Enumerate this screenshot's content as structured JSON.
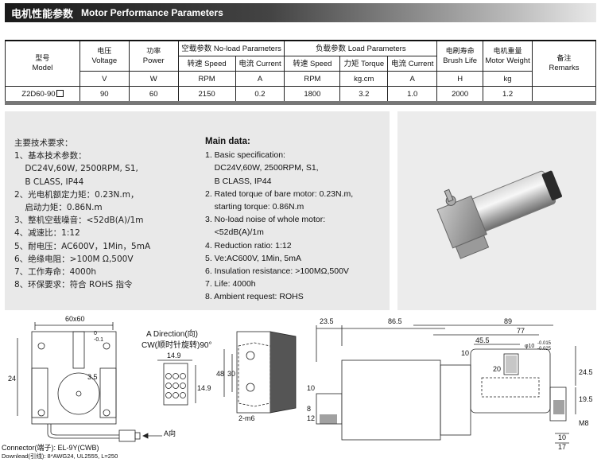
{
  "banner": {
    "title_cn": "电机性能参数",
    "title_en": "Motor Performance Parameters"
  },
  "table": {
    "model_cn": "型号",
    "model_en": "Model",
    "voltage_cn": "电压",
    "voltage_en": "Voltage",
    "power_cn": "功率",
    "power_en": "Power",
    "noload_cn": "空载参数",
    "noload_en": "No-load Parameters",
    "load_cn": "负载参数",
    "load_en": "Load Parameters",
    "brush_cn": "电刷寿命",
    "brush_en": "Brush Life",
    "weight_cn": "电机重量",
    "weight_en": "Motor Weight",
    "remarks_cn": "备注",
    "remarks_en": "Remarks",
    "nl_speed_cn": "转速",
    "nl_speed_en": "Speed",
    "nl_current_cn": "电流",
    "nl_current_en": "Current",
    "ld_speed_cn": "转速",
    "ld_speed_en": "Speed",
    "ld_torque_cn": "力矩",
    "ld_torque_en": "Torque",
    "ld_current_cn": "电流",
    "ld_current_en": "Current",
    "units": [
      "V",
      "W",
      "RPM",
      "A",
      "RPM",
      "kg.cm",
      "A",
      "H",
      "kg"
    ],
    "row": {
      "model": "Z2D60-90",
      "values": [
        "90",
        "60",
        "2150",
        "0.2",
        "1800",
        "3.2",
        "1.0",
        "2000",
        "1.2"
      ],
      "remarks": ""
    }
  },
  "main_cn": {
    "lines": [
      "主要技术要求：",
      "1、基本技术参数：",
      "    DC24V,60W, 2500RPM, S1,",
      "    B CLASS, IP44",
      "2、光电机额定力矩：0.23N.m，",
      "    启动力矩：0.86N.m",
      "3、整机空载噪音：<52dB(A)/1m",
      "4、减速比：1:12",
      "5、耐电压：AC600V，1Min，5mA",
      "6、绝缘电阻：>100M Ω,500V",
      "7、工作寿命：4000h",
      "8、环保要求：符合 ROHS 指令"
    ]
  },
  "main_en": {
    "title": "Main data:",
    "lines": [
      "1. Basic specification:",
      "    DC24V,60W, 2500RPM, S1,",
      "    B CLASS, IP44",
      "2. Rated torque of bare motor: 0.23N.m,",
      "    starting torque: 0.86N.m",
      "3. No-load noise of whole motor:",
      "    <52dB(A)/1m",
      "4. Reduction ratio: 1:12",
      "5. Ve:AC600V, 1Min, 5mA",
      "6. Insulation resistance: >100MΩ,500V",
      "7. Life: 4000h",
      "8. Ambient request: ROHS"
    ]
  },
  "drawing1": {
    "dim_top": "60x60",
    "dim_tol": "0",
    "dim_tol2": "-0.1",
    "dim_side": "24",
    "dim_small": "3.5",
    "connector": "Connector(端子): EL-9Y(CWB)",
    "downlead": "Downlead(引线): 8*AWG24, UL2555, L=250",
    "arrow_label": "A向"
  },
  "drawing2": {
    "title": "A Direction(向)",
    "subtitle": "CW(顺时针旋转)90°",
    "dim_w": "14.9",
    "dim_h": "14.9"
  },
  "drawing3": {
    "dim_48": "48",
    "dim_30": "30",
    "dim_bottom": "2-m6"
  },
  "drawing4": {
    "d235": "23.5",
    "d865": "86.5",
    "d89": "89",
    "d77": "77",
    "d455": "45.5",
    "d10a": "10",
    "d20": "20",
    "dphi": "φ10",
    "dphi_tol1": "-0.015",
    "dphi_tol2": "-0.025",
    "d245": "24.5",
    "d195": "19.5",
    "d10b": "10",
    "d8": "8",
    "d12": "12",
    "d10c": "10",
    "d17": "17",
    "dm8": "M8"
  }
}
